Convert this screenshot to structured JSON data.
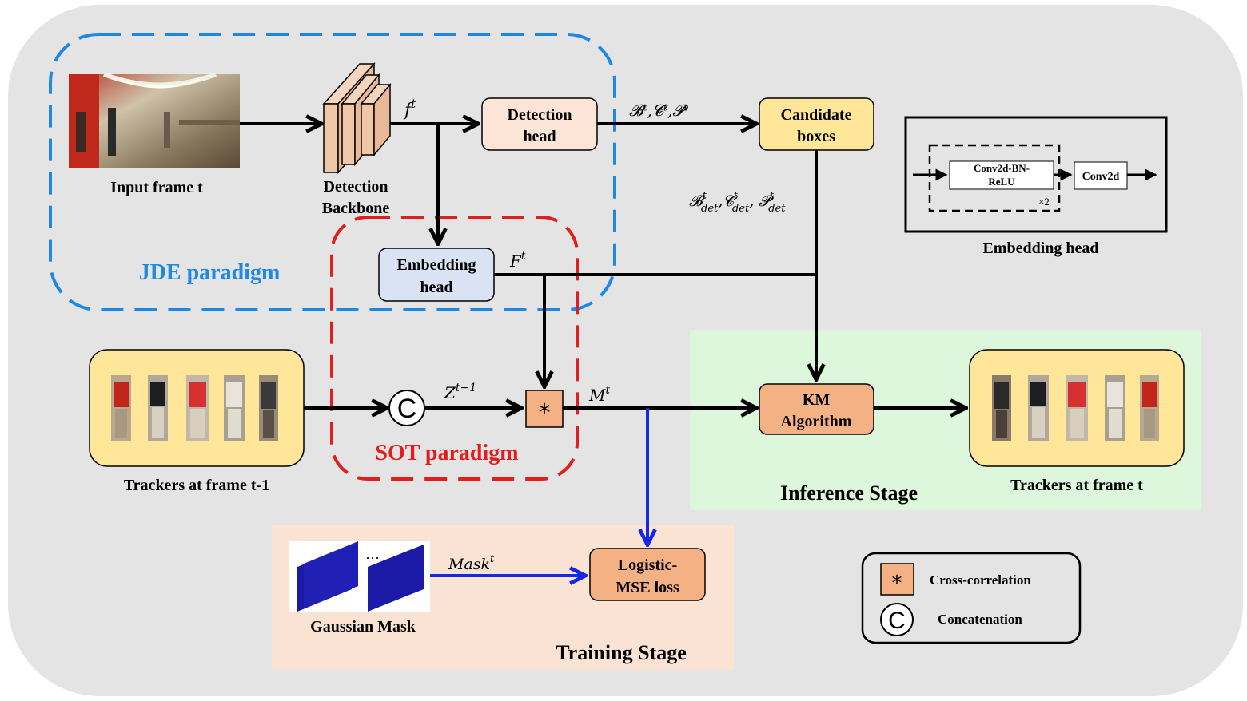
{
  "input_frame": {
    "label": "Input frame t"
  },
  "backbone": {
    "line1": "Detection",
    "line2": "Backbone"
  },
  "feature_f": {
    "base": "f",
    "sup": "t"
  },
  "detection_head": {
    "line1": "Detection",
    "line2": "head"
  },
  "bcp": {
    "text": "𝓑ᵗ,𝓒ᵗ,𝓟ᵗ"
  },
  "candidate": {
    "line1": "Candidate",
    "line2": "boxes"
  },
  "det_sets": {
    "b": "𝓑",
    "c": "𝓒",
    "p": "𝓟",
    "sep": ",",
    "sub": "det",
    "sup": "t"
  },
  "embedding_head": {
    "line1": "Embedding",
    "line2": "head"
  },
  "feature_F": {
    "base": "F",
    "sup": "t"
  },
  "jde": {
    "label": "JDE paradigm",
    "color": "#1e88e5"
  },
  "sot": {
    "label": "SOT paradigm",
    "color": "#e01e1e"
  },
  "trackers_prev": {
    "label": "Trackers at frame t-1"
  },
  "concat_symbol": "C",
  "z_label": {
    "base": "Z",
    "sup": "t−1"
  },
  "xcorr_symbol": "*",
  "m_label": {
    "base": "M",
    "sup": "t"
  },
  "km": {
    "line1": "KM",
    "line2": "Algorithm"
  },
  "trackers_now": {
    "label": "Trackers at frame t"
  },
  "inference": {
    "label": "Inference Stage"
  },
  "gaussian": {
    "label": "Gaussian Mask",
    "dots": "···"
  },
  "mask_label": {
    "base": "Mask",
    "sup": "t"
  },
  "loss": {
    "line1": "Logistic-",
    "line2": "MSE loss"
  },
  "training": {
    "label": "Training Stage"
  },
  "embed_detail": {
    "conv_bn_line1": "Conv2d-BN-",
    "conv_bn_line2": "ReLU",
    "times": "×2",
    "conv2d": "Conv2d",
    "caption": "Embedding head"
  },
  "legend": {
    "xcorr": "Cross-correlation",
    "concat": "Concatenation"
  },
  "colors": {
    "background": "#e4e4e4",
    "inference_bg": "#dcf7dc",
    "training_bg": "#fbe3d3",
    "detection_head_fill": "#fce4d6",
    "candidate_fill": "#ffe699",
    "embedding_fill": "#dae3f3",
    "km_fill": "#f4b183",
    "tracker_fill": "#ffe699",
    "mask_blue": "#1a1aa6",
    "training_arrow": "#1428e6"
  }
}
